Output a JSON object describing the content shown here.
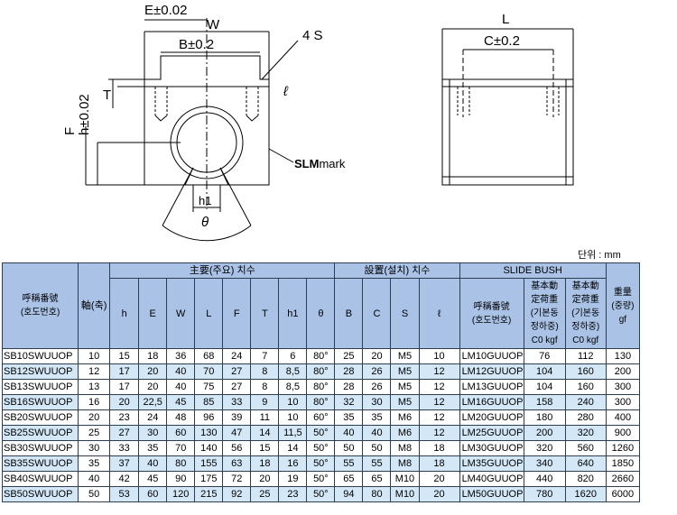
{
  "unit_label": "단위 : mm",
  "drawing": {
    "e_label": "E±0.02",
    "w_label": "W",
    "b_label": "B±0.2",
    "s_label": "4 S",
    "t_label": "T",
    "l_small_label": "ℓ",
    "h_label": "h±0.02",
    "f_label": "F",
    "h1_label": "h1",
    "theta_label": "θ",
    "mark_bold": "SLM",
    "mark_rest": "mark",
    "L_label": "L",
    "c_label": "C±0.2"
  },
  "table": {
    "hdr_model": "呼稱番號\n(호도번호)",
    "hdr_shaft": "軸(축)",
    "hdr_main_dims": "主要(주요) 치수",
    "hdr_install_dims": "設置(설치) 치수",
    "hdr_slide_bush": "SLIDE BUSH",
    "hdr_mass": "重量\n(중량)\ngf",
    "sub_cols": [
      "h",
      "E",
      "W",
      "L",
      "F",
      "T",
      "h1",
      "θ",
      "B",
      "C",
      "S",
      "ℓ"
    ],
    "sub_bush_model": "呼稱番號\n(호도번호)",
    "sub_dyn_load": "基本動\n定荷重\n(기본동\n정하중)\nC0 kgf",
    "sub_stat_load": "基本動\n定荷重\n(기본동\n정하중)\nC0 kgf",
    "rows": [
      {
        "model": "SB10SWUUOP",
        "shaft": "10",
        "h": "15",
        "E": "18",
        "W": "36",
        "L": "68",
        "F": "24",
        "T": "7",
        "h1": "6",
        "theta": "80°",
        "B": "25",
        "C": "20",
        "S": "M5",
        "l": "10",
        "lm": "LM10GUUOP",
        "dyn": "76",
        "stat": "112",
        "mass": "130"
      },
      {
        "model": "SB12SWUUOP",
        "shaft": "12",
        "h": "17",
        "E": "20",
        "W": "40",
        "L": "70",
        "F": "27",
        "T": "8",
        "h1": "8,5",
        "theta": "80°",
        "B": "28",
        "C": "26",
        "S": "M5",
        "l": "12",
        "lm": "LM12GUUOP",
        "dyn": "104",
        "stat": "160",
        "mass": "200"
      },
      {
        "model": "SB13SWUUOP",
        "shaft": "13",
        "h": "17",
        "E": "20",
        "W": "40",
        "L": "75",
        "F": "27",
        "T": "8",
        "h1": "8,5",
        "theta": "80°",
        "B": "28",
        "C": "26",
        "S": "M5",
        "l": "12",
        "lm": "LM13GUUOP",
        "dyn": "104",
        "stat": "160",
        "mass": "300"
      },
      {
        "model": "SB16SWUUOP",
        "shaft": "16",
        "h": "20",
        "E": "22,5",
        "W": "45",
        "L": "85",
        "F": "33",
        "T": "9",
        "h1": "10",
        "theta": "80°",
        "B": "32",
        "C": "30",
        "S": "M5",
        "l": "12",
        "lm": "LM16GUUOP",
        "dyn": "158",
        "stat": "240",
        "mass": "300"
      },
      {
        "model": "SB20SWUUOP",
        "shaft": "20",
        "h": "23",
        "E": "24",
        "W": "48",
        "L": "96",
        "F": "39",
        "T": "11",
        "h1": "10",
        "theta": "60°",
        "B": "35",
        "C": "35",
        "S": "M6",
        "l": "12",
        "lm": "LM20GUUOP",
        "dyn": "180",
        "stat": "280",
        "mass": "400"
      },
      {
        "model": "SB25SWUUOP",
        "shaft": "25",
        "h": "27",
        "E": "30",
        "W": "60",
        "L": "130",
        "F": "47",
        "T": "14",
        "h1": "11,5",
        "theta": "50°",
        "B": "40",
        "C": "40",
        "S": "M6",
        "l": "12",
        "lm": "LM25GUUOP",
        "dyn": "200",
        "stat": "320",
        "mass": "900"
      },
      {
        "model": "SB30SWUUOP",
        "shaft": "30",
        "h": "33",
        "E": "35",
        "W": "70",
        "L": "140",
        "F": "56",
        "T": "15",
        "h1": "14",
        "theta": "50°",
        "B": "50",
        "C": "50",
        "S": "M8",
        "l": "18",
        "lm": "LM30GUUOP",
        "dyn": "320",
        "stat": "560",
        "mass": "1260"
      },
      {
        "model": "SB35SWUUOP",
        "shaft": "35",
        "h": "37",
        "E": "40",
        "W": "80",
        "L": "155",
        "F": "63",
        "T": "18",
        "h1": "16",
        "theta": "50°",
        "B": "55",
        "C": "55",
        "S": "M8",
        "l": "18",
        "lm": "LM35GUUOP",
        "dyn": "340",
        "stat": "640",
        "mass": "1850"
      },
      {
        "model": "SB40SWUUOP",
        "shaft": "40",
        "h": "42",
        "E": "45",
        "W": "90",
        "L": "175",
        "F": "72",
        "T": "20",
        "h1": "19",
        "theta": "50°",
        "B": "65",
        "C": "65",
        "S": "M10",
        "l": "20",
        "lm": "LM40GUUOP",
        "dyn": "440",
        "stat": "820",
        "mass": "2660"
      },
      {
        "model": "SB50SWUUOP",
        "shaft": "50",
        "h": "53",
        "E": "60",
        "W": "120",
        "L": "215",
        "F": "92",
        "T": "25",
        "h1": "23",
        "theta": "50°",
        "B": "94",
        "C": "80",
        "S": "M10",
        "l": "20",
        "lm": "LM50GUUOP",
        "dyn": "780",
        "stat": "1620",
        "mass": "6000"
      }
    ]
  }
}
